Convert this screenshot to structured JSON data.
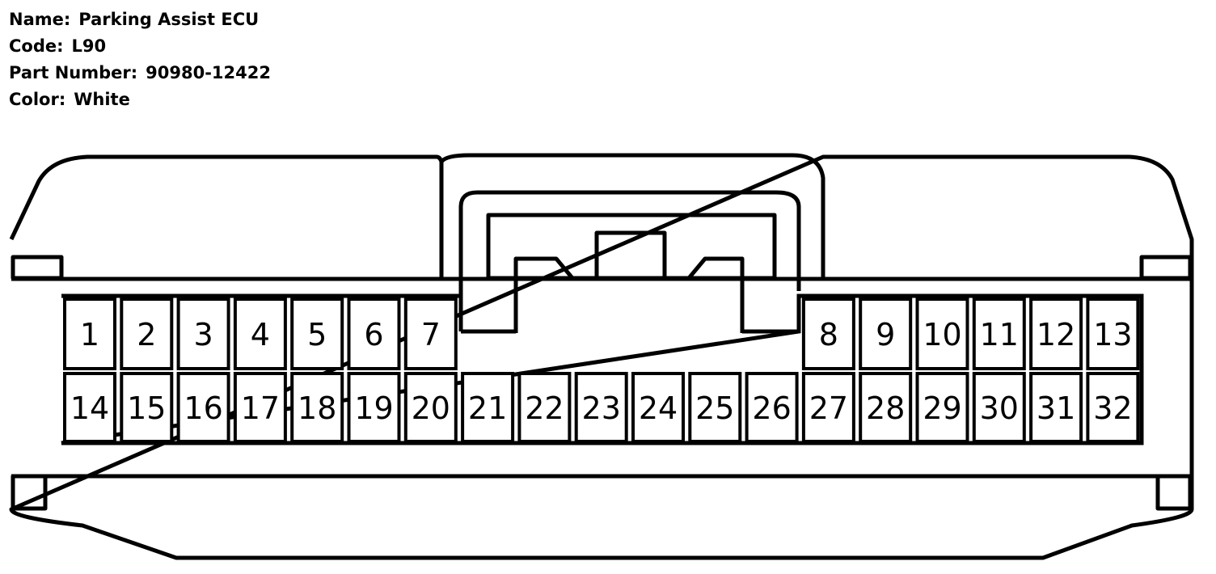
{
  "connector": {
    "name_label": "Name:",
    "name": "Parking Assist ECU",
    "code_label": "Code:",
    "code": "L90",
    "part_number_label": "Part Number:",
    "part_number": "90980-12422",
    "color_label": "Color:",
    "color": "White"
  },
  "pins": {
    "top_row_left": [
      "1",
      "2",
      "3",
      "4",
      "5",
      "6",
      "7"
    ],
    "top_row_right": [
      "8",
      "9",
      "10",
      "11",
      "12",
      "13"
    ],
    "bottom_row": [
      "14",
      "15",
      "16",
      "17",
      "18",
      "19",
      "20",
      "21",
      "22",
      "23",
      "24",
      "25",
      "26",
      "27",
      "28",
      "29",
      "30",
      "31",
      "32"
    ]
  },
  "colors": {
    "stroke": "#000000",
    "fill": "#ffffff"
  }
}
